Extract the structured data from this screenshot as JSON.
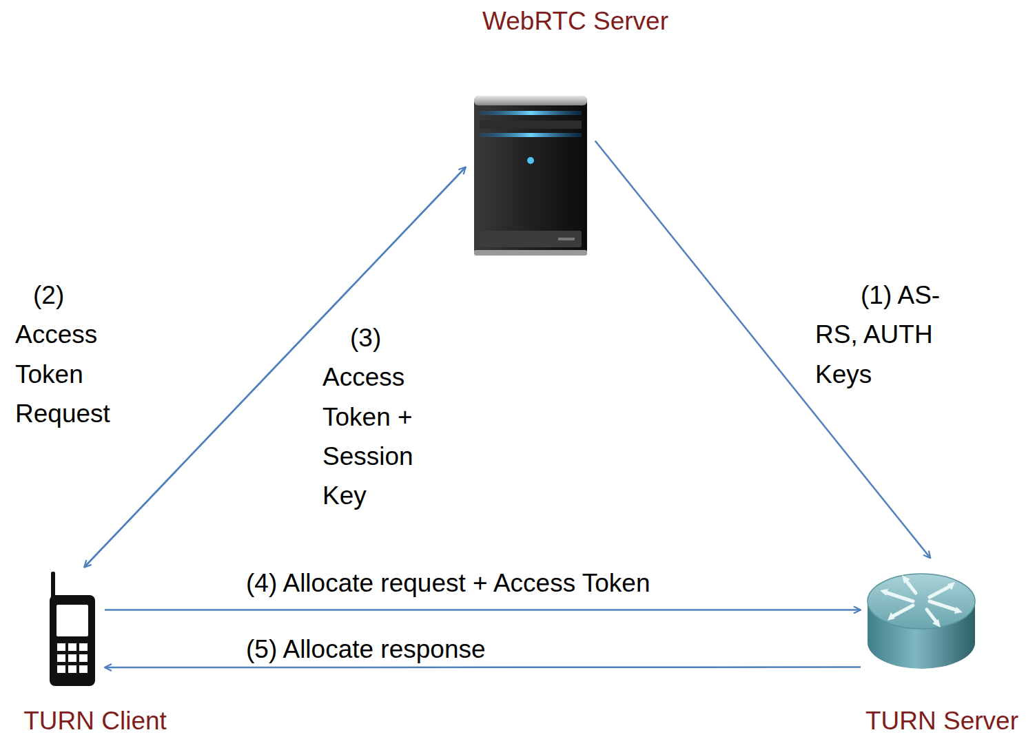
{
  "diagram": {
    "nodes": [
      {
        "text": [
          "WebRTC Server"
        ]
      },
      {
        "text": [
          "TURN Client"
        ]
      },
      {
        "text": [
          "TURN Server"
        ]
      }
    ],
    "edges": [
      {
        "from": 1,
        "to": 0,
        "arrow": "to",
        "label": "(2) Access Token Request"
      },
      {
        "from": 0,
        "to": 1,
        "arrow": "to",
        "label": "(3) Access Token + Session Key"
      },
      {
        "from": 0,
        "to": 2,
        "arrow": "to",
        "label": "(1) AS-RS, AUTH Keys"
      },
      {
        "from": 1,
        "to": 2,
        "arrow": "to",
        "label": "(4) Allocate request + Access Token"
      },
      {
        "from": 2,
        "to": 1,
        "arrow": "to",
        "label": "(5) Allocate response"
      }
    ]
  }
}
